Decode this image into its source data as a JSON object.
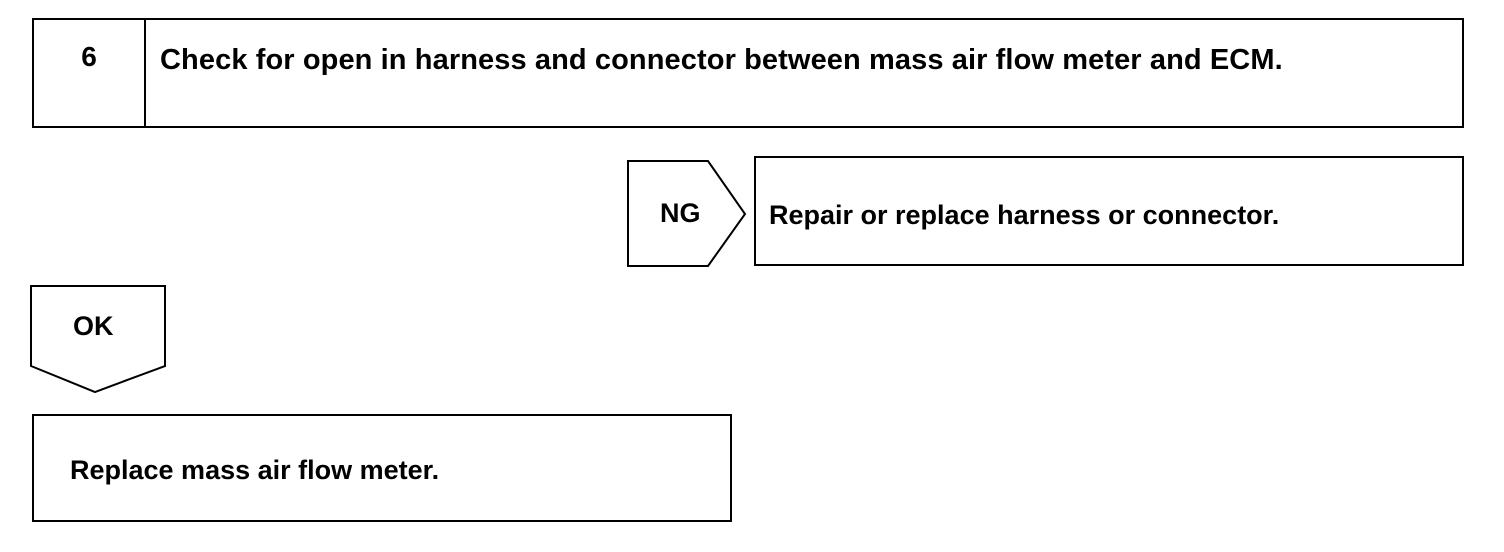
{
  "step": {
    "number": "6",
    "title": "Check for open in harness and connector between mass air flow meter and ECM."
  },
  "ng_branch": {
    "label": "NG",
    "action": "Repair or replace harness or connector."
  },
  "ok_branch": {
    "label": "OK",
    "action": "Replace mass air flow meter."
  },
  "colors": {
    "stroke": "#000000",
    "background": "#ffffff"
  }
}
